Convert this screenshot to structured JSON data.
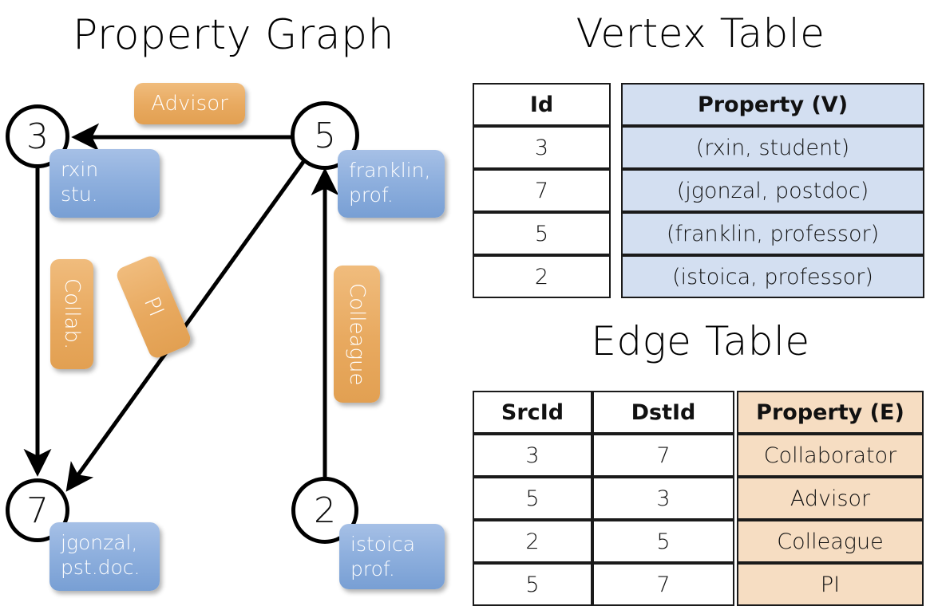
{
  "graph": {
    "title": "Property Graph",
    "nodes": [
      {
        "id": "3",
        "prop_lines": [
          "rxin",
          "stu."
        ]
      },
      {
        "id": "5",
        "prop_lines": [
          "franklin,",
          "prof."
        ]
      },
      {
        "id": "7",
        "prop_lines": [
          "jgonzal,",
          "pst.doc."
        ]
      },
      {
        "id": "2",
        "prop_lines": [
          "istoica",
          "prof."
        ]
      }
    ],
    "edge_labels": [
      {
        "name": "advisor",
        "text": "Advisor"
      },
      {
        "name": "collab",
        "text": "Collab."
      },
      {
        "name": "pi",
        "text": "PI"
      },
      {
        "name": "colleague",
        "text": "Colleague"
      }
    ],
    "edges": [
      {
        "from": "5",
        "to": "3",
        "label": "Advisor"
      },
      {
        "from": "3",
        "to": "7",
        "label": "Collab."
      },
      {
        "from": "5",
        "to": "7",
        "label": "PI"
      },
      {
        "from": "2",
        "to": "5",
        "label": "Colleague"
      }
    ]
  },
  "vertex_table": {
    "title": "Vertex Table",
    "headers": [
      "Id",
      "Property (V)"
    ],
    "rows": [
      [
        "3",
        "(rxin, student)"
      ],
      [
        "7",
        "(jgonzal, postdoc)"
      ],
      [
        "5",
        "(franklin, professor)"
      ],
      [
        "2",
        "(istoica, professor)"
      ]
    ]
  },
  "edge_table": {
    "title": "Edge Table",
    "headers": [
      "SrcId",
      "DstId",
      "Property (E)"
    ],
    "rows": [
      [
        "3",
        "7",
        "Collaborator"
      ],
      [
        "5",
        "3",
        "Advisor"
      ],
      [
        "2",
        "5",
        "Colleague"
      ],
      [
        "5",
        "7",
        "PI"
      ]
    ]
  },
  "colors": {
    "vertex_property_fill": "#d3dff1",
    "edge_property_fill": "#f6ddc2",
    "node_property_box": "#8fb0de",
    "edge_label_box": "#e8a95f",
    "stroke": "#000000",
    "background": "#ffffff"
  }
}
